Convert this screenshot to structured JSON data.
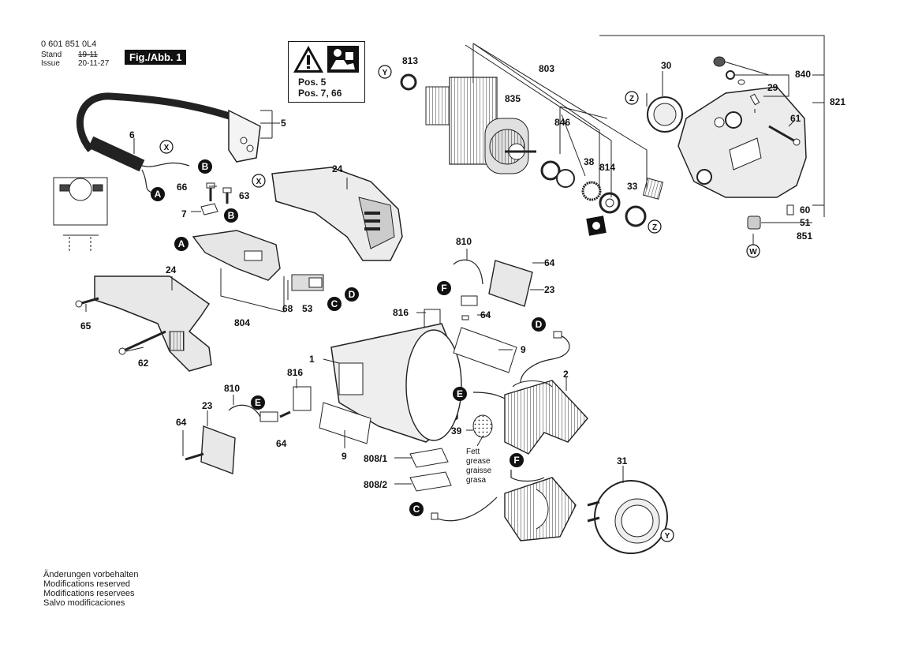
{
  "header": {
    "code": "0 601 851 0L4",
    "stand_label": "Stand",
    "stand_value": "19-11",
    "issue_label": "Issue",
    "issue_value": "20-11-27",
    "fig_label": "Fig./Abb. 1"
  },
  "warning": {
    "icons": [
      "warning-triangle-icon",
      "read-manual-icon"
    ],
    "line1": "Pos. 5",
    "line2": "Pos. 7, 66"
  },
  "footer": {
    "line1": "Änderungen vorbehalten",
    "line2": "Modifications reserved",
    "line3": "Modifications reservees",
    "line4": "Salvo modificaciones"
  },
  "grease": {
    "line1": "Fett",
    "line2": "grease",
    "line3": "graisse",
    "line4": "grasa"
  },
  "parts": {
    "p813": "813",
    "p803": "803",
    "p835": "835",
    "p846": "846",
    "p38": "38",
    "p814": "814",
    "p33": "33",
    "p30": "30",
    "p840": "840",
    "p29": "29",
    "p821": "821",
    "p61": "61",
    "p60": "60",
    "p51": "51",
    "p851": "851",
    "p5": "5",
    "p6": "6",
    "p24a": "24",
    "p66": "66",
    "p63": "63",
    "p7": "7",
    "p68": "68",
    "p53": "53",
    "p804": "804",
    "p24b": "24",
    "p65": "65",
    "p62": "62",
    "p810a": "810",
    "p64a": "64",
    "p23a": "23",
    "p816a": "816",
    "p64b": "64",
    "p9a": "9",
    "p1": "1",
    "p2": "2",
    "p816b": "816",
    "p810b": "810",
    "p23b": "23",
    "p64c": "64",
    "p64d": "64",
    "p39": "39",
    "p9b": "9",
    "p808_1": "808/1",
    "p808_2": "808/2",
    "p31": "31"
  },
  "connectors": {
    "A": "A",
    "B": "B",
    "C": "C",
    "D": "D",
    "E": "E",
    "F": "F"
  },
  "markers": {
    "X": "X",
    "Y": "Y",
    "Z": "Z",
    "W": "W"
  }
}
